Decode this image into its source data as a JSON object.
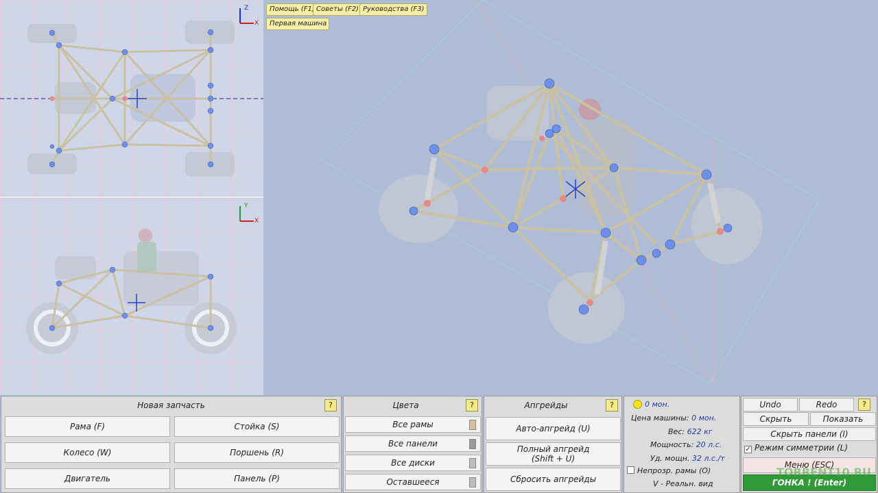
{
  "help_buttons": {
    "help": "Помощь (F1)",
    "tips": "Советы (F2)",
    "guides": "Руководства (F3)",
    "first_car": "Первая машина"
  },
  "axes": {
    "top_view": [
      "Z",
      "X"
    ],
    "side_view": [
      "Y",
      "X"
    ]
  },
  "parts": {
    "title": "Новая запчасть",
    "help": "?",
    "buttons": [
      {
        "label": "Рама (F)"
      },
      {
        "label": "Стойка (S)"
      },
      {
        "label": "Колесо (W)"
      },
      {
        "label": "Поршень (R)"
      },
      {
        "label": "Двигатель"
      },
      {
        "label": "Панель (P)"
      }
    ]
  },
  "colors": {
    "title": "Цвета",
    "help": "?",
    "items": [
      {
        "label": "Все рамы",
        "swatch": "#d6c29a"
      },
      {
        "label": "Все панели",
        "swatch": "#9a9a9a"
      },
      {
        "label": "Все диски",
        "swatch": "#bdbdbd"
      },
      {
        "label": "Оставшееся",
        "swatch": "#bdbdbd"
      }
    ]
  },
  "upgrades": {
    "title": "Апгрейды",
    "help": "?",
    "auto": "Авто-апгрейд (U)",
    "full_line1": "Полный апгрейд",
    "full_line2": "(Shift + U)",
    "reset": "Сбросить апгрейды"
  },
  "stats": {
    "money": "0 мон.",
    "price_label": "Цена машины:",
    "price": "0 мон.",
    "weight_label": "Вес:",
    "weight": "622 кг",
    "power_label": "Мощность:",
    "power": "20 л.с.",
    "specific_label": "Уд. мощн.",
    "specific": "32 л.с./т",
    "opaque_frames": "Непрозр. рамы (O)",
    "real_view": "V - Реальн. вид"
  },
  "controls": {
    "undo": "Undo",
    "redo": "Redo",
    "help": "?",
    "hide": "Скрыть",
    "show": "Показать",
    "hide_panels": "Скрыть панели (I)",
    "symmetry": "Режим симметрии (L)",
    "symmetry_checked": true,
    "menu": "Меню (ESC)",
    "race": "ГОНКА !  (Enter)"
  },
  "watermark": "TORRENT10.RU",
  "accent": {
    "race_green": "#2f9a37",
    "menu_pink": "#f7e4e4",
    "node_blue": "#6d8fe8",
    "node_red": "#e58a8a",
    "coin_yellow": "#f4e418"
  }
}
